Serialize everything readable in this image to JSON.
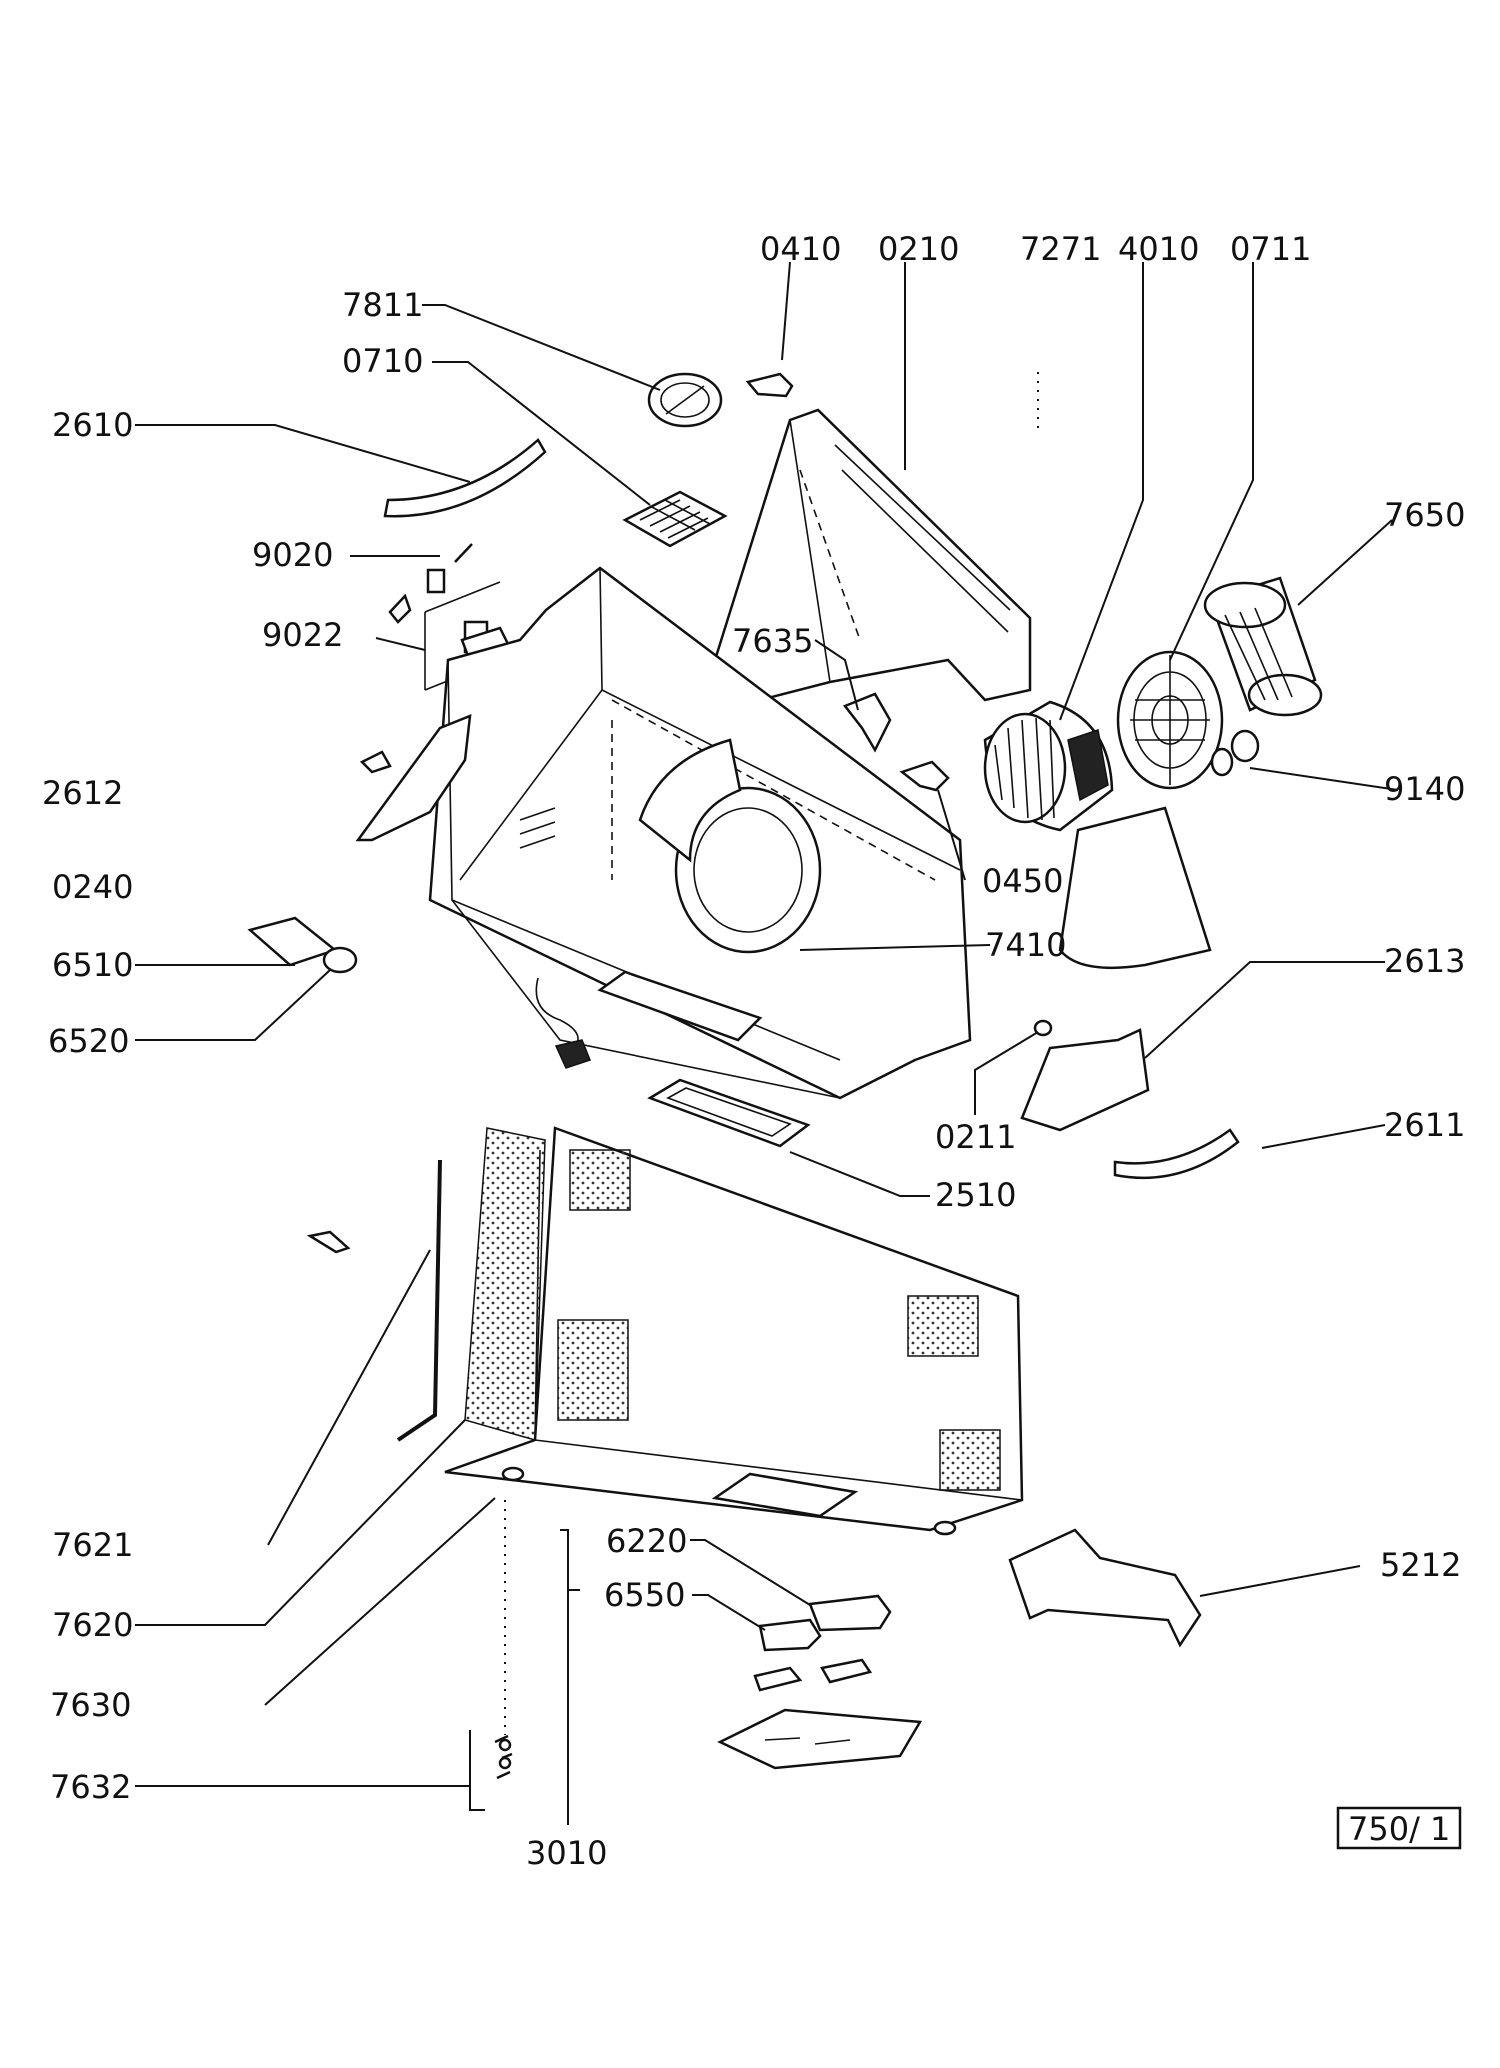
{
  "diagram": {
    "page_code": "750/ 1",
    "labels": [
      "0410",
      "0210",
      "7271",
      "4010",
      "0711",
      "7811",
      "0710",
      "2610",
      "7650",
      "9020",
      "9022",
      "7635",
      "2612",
      "9140",
      "0240",
      "0450",
      "6510",
      "7410",
      "2613",
      "6520",
      "0211",
      "2611",
      "2510",
      "7621",
      "6220",
      "5212",
      "6550",
      "7620",
      "7630",
      "7632",
      "3010"
    ]
  }
}
